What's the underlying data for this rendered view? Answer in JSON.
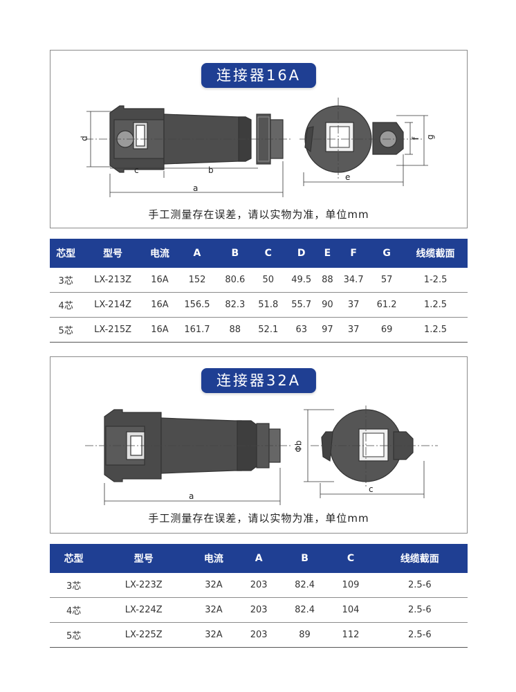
{
  "section16": {
    "title": "连接器16A",
    "note": "手工测量存在误差，请以实物为准，单位mm",
    "dim_labels": {
      "a": "a",
      "b": "b",
      "c": "c",
      "d": "d",
      "e": "e",
      "f": "f",
      "g": "g"
    },
    "table": {
      "headers": [
        "芯型",
        "型号",
        "电流",
        "A",
        "B",
        "C",
        "D",
        "E",
        "F",
        "G",
        "线缆截面"
      ],
      "rows": [
        [
          "3芯",
          "LX-213Z",
          "16A",
          "152",
          "80.6",
          "50",
          "49.5",
          "88",
          "34.7",
          "57",
          "1-2.5"
        ],
        [
          "4芯",
          "LX-214Z",
          "16A",
          "156.5",
          "82.3",
          "51.8",
          "55.7",
          "90",
          "37",
          "61.2",
          "1.2.5"
        ],
        [
          "5芯",
          "LX-215Z",
          "16A",
          "161.7",
          "88",
          "52.1",
          "63",
          "97",
          "37",
          "69",
          "1.2.5"
        ]
      ]
    }
  },
  "section32": {
    "title": "连接器32A",
    "note": "手工测量存在误差，请以实物为准，单位mm",
    "dim_labels": {
      "a": "a",
      "b": "Φb",
      "c": "c"
    },
    "table": {
      "headers": [
        "芯型",
        "型号",
        "电流",
        "A",
        "B",
        "C",
        "线缆截面"
      ],
      "rows": [
        [
          "3芯",
          "LX-223Z",
          "32A",
          "203",
          "82.4",
          "109",
          "2.5-6"
        ],
        [
          "4芯",
          "LX-224Z",
          "32A",
          "203",
          "82.4",
          "104",
          "2.5-6"
        ],
        [
          "5芯",
          "LX-225Z",
          "32A",
          "203",
          "89",
          "112",
          "2.5-6"
        ]
      ]
    }
  }
}
